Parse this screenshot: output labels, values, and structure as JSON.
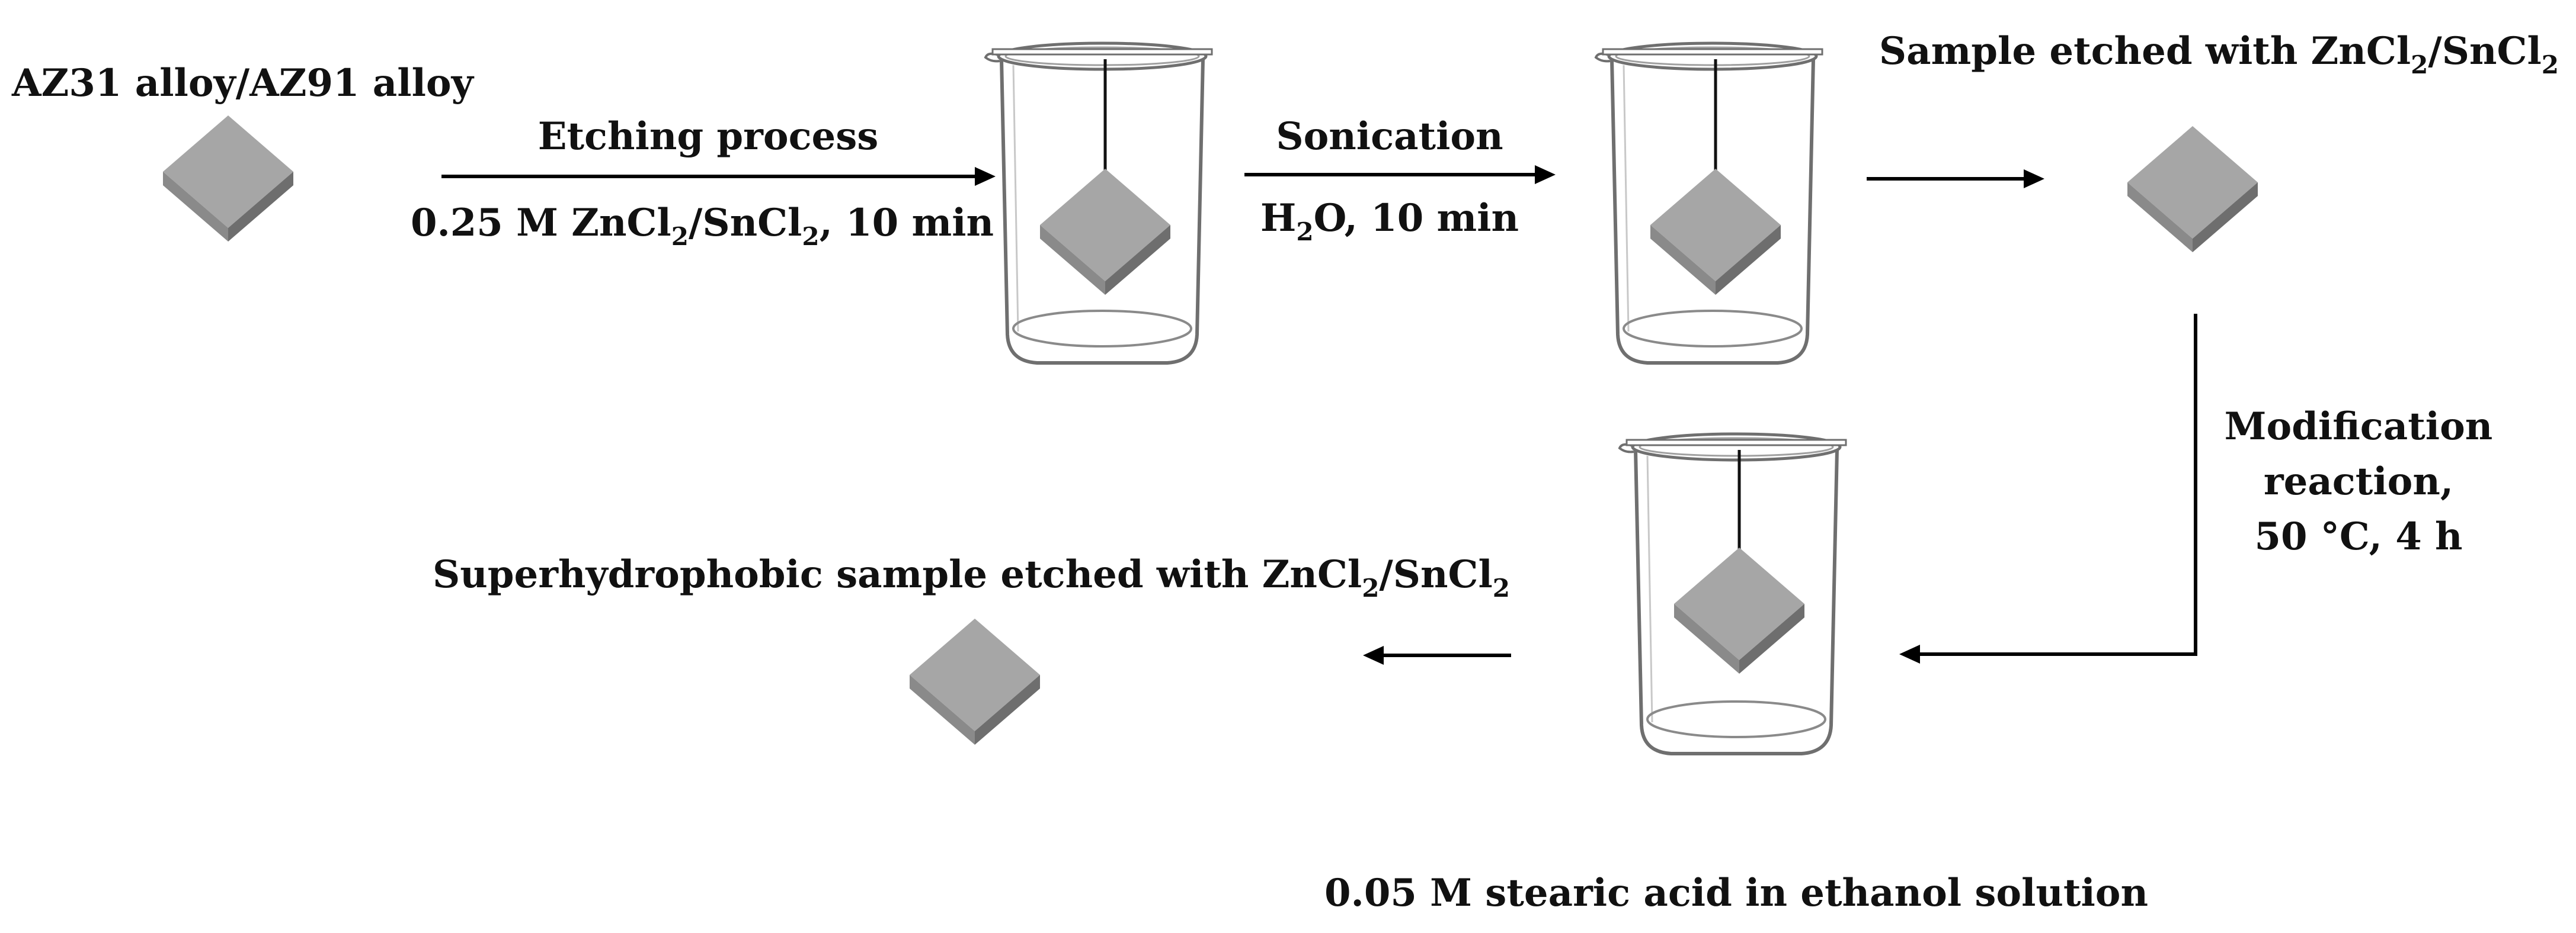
{
  "colors": {
    "sample_top": "#a6a6a6",
    "sample_left": "#8a8a8a",
    "sample_right": "#6e6e6e",
    "arrow": "#000000",
    "glass": "#6f6f6f"
  },
  "icons": [
    "alloy-sample-icon",
    "beaker-icon",
    "arrow-right-icon",
    "arrow-left-icon"
  ],
  "labels": {
    "start_sample": "AZ31 alloy/AZ91 alloy",
    "etching_title": "Etching process",
    "etching_condition": {
      "text1": "0.25 M ZnCl",
      "sub1": "2",
      "text2": "/SnCl",
      "sub2": "2",
      "text3": ", 10 min"
    },
    "sonication_title": "Sonication",
    "sonication_condition": {
      "text1": "H",
      "sub1": "2",
      "text2": "O, 10 min"
    },
    "etched_sample": {
      "text1": "Sample etched with ZnCl",
      "sub1": "2",
      "text2": "/SnCl",
      "sub2": "2"
    },
    "modification": [
      "Modification",
      "reaction,",
      "50 °C, 4 h"
    ],
    "final_sample": {
      "text1": "Superhydrophobic sample etched with ZnCl",
      "sub1": "2",
      "text2": "/SnCl",
      "sub2": "2"
    },
    "solution": "0.05 M stearic acid in ethanol solution"
  }
}
